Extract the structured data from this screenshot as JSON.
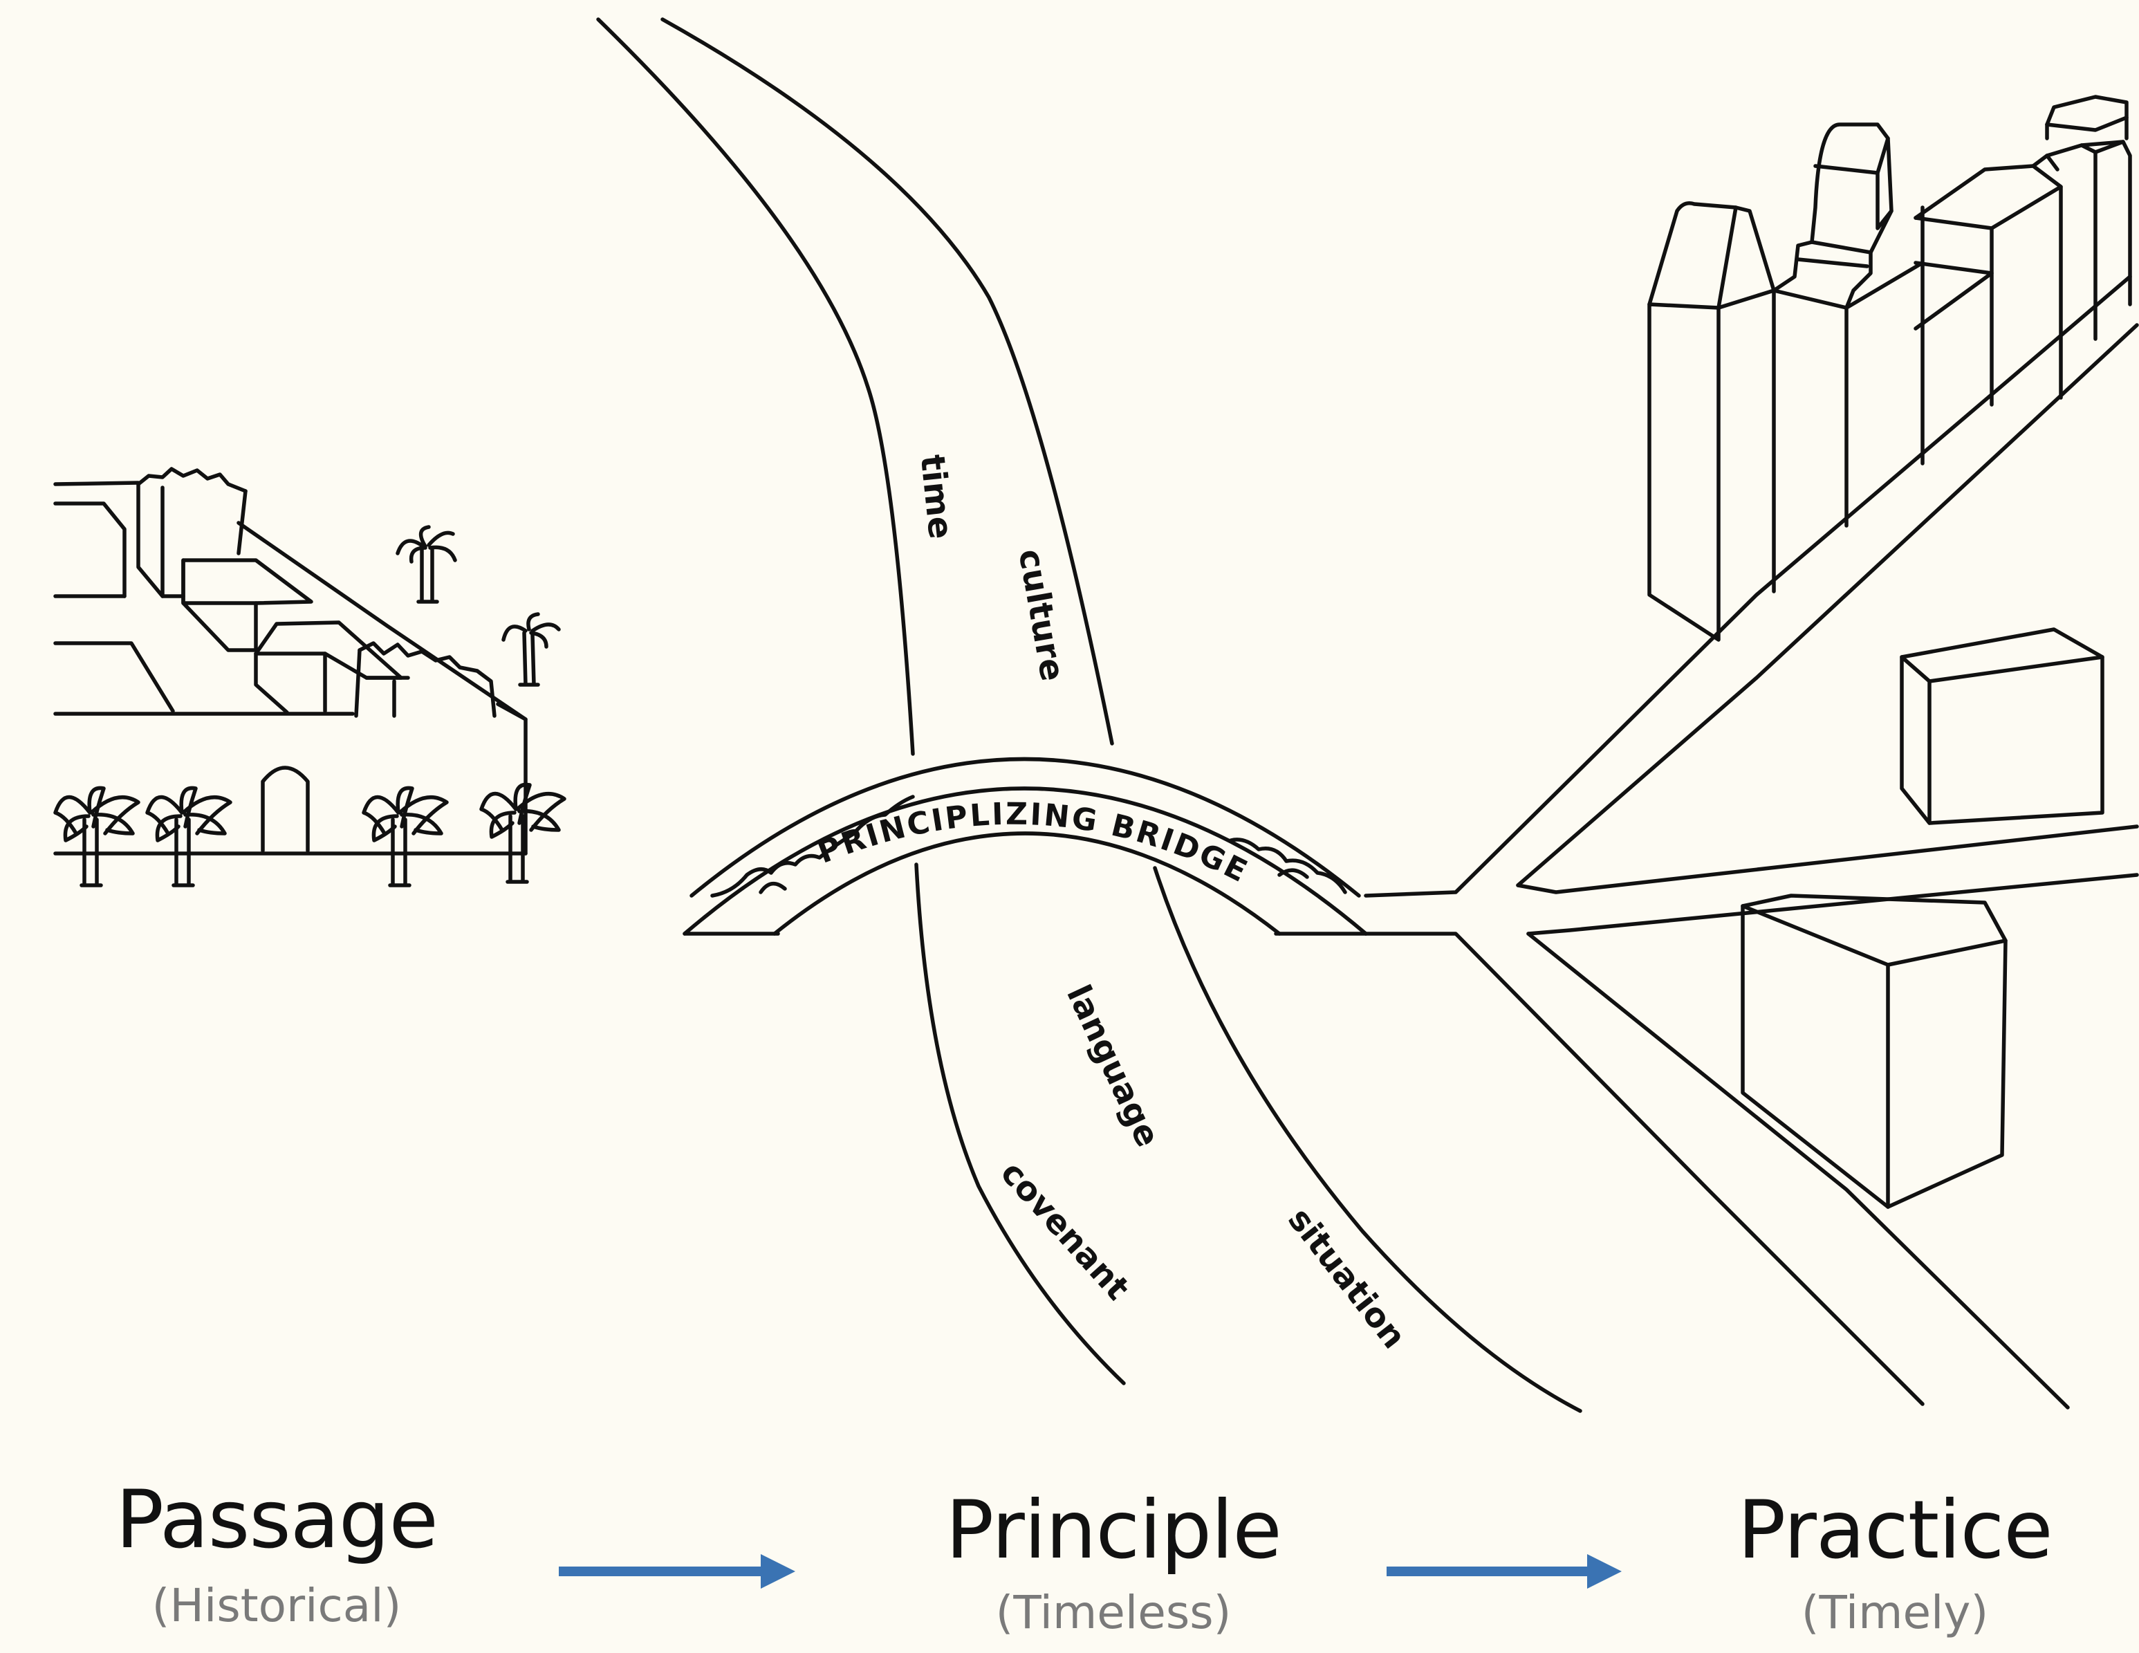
{
  "bridge_label": "PRINCIPLIZING BRIDGE",
  "river_words": {
    "time": "time",
    "culture": "culture",
    "language": "language",
    "covenant": "covenant",
    "situation": "situation"
  },
  "steps": [
    {
      "title": "Passage",
      "subtitle": "(Historical)"
    },
    {
      "title": "Principle",
      "subtitle": "(Timeless)"
    },
    {
      "title": "Practice",
      "subtitle": "(Timely)"
    }
  ],
  "colors": {
    "arrow": "#3a73b3",
    "ink": "#111111",
    "background": "#fdfbf3",
    "subtitle": "#7a7a7a"
  }
}
